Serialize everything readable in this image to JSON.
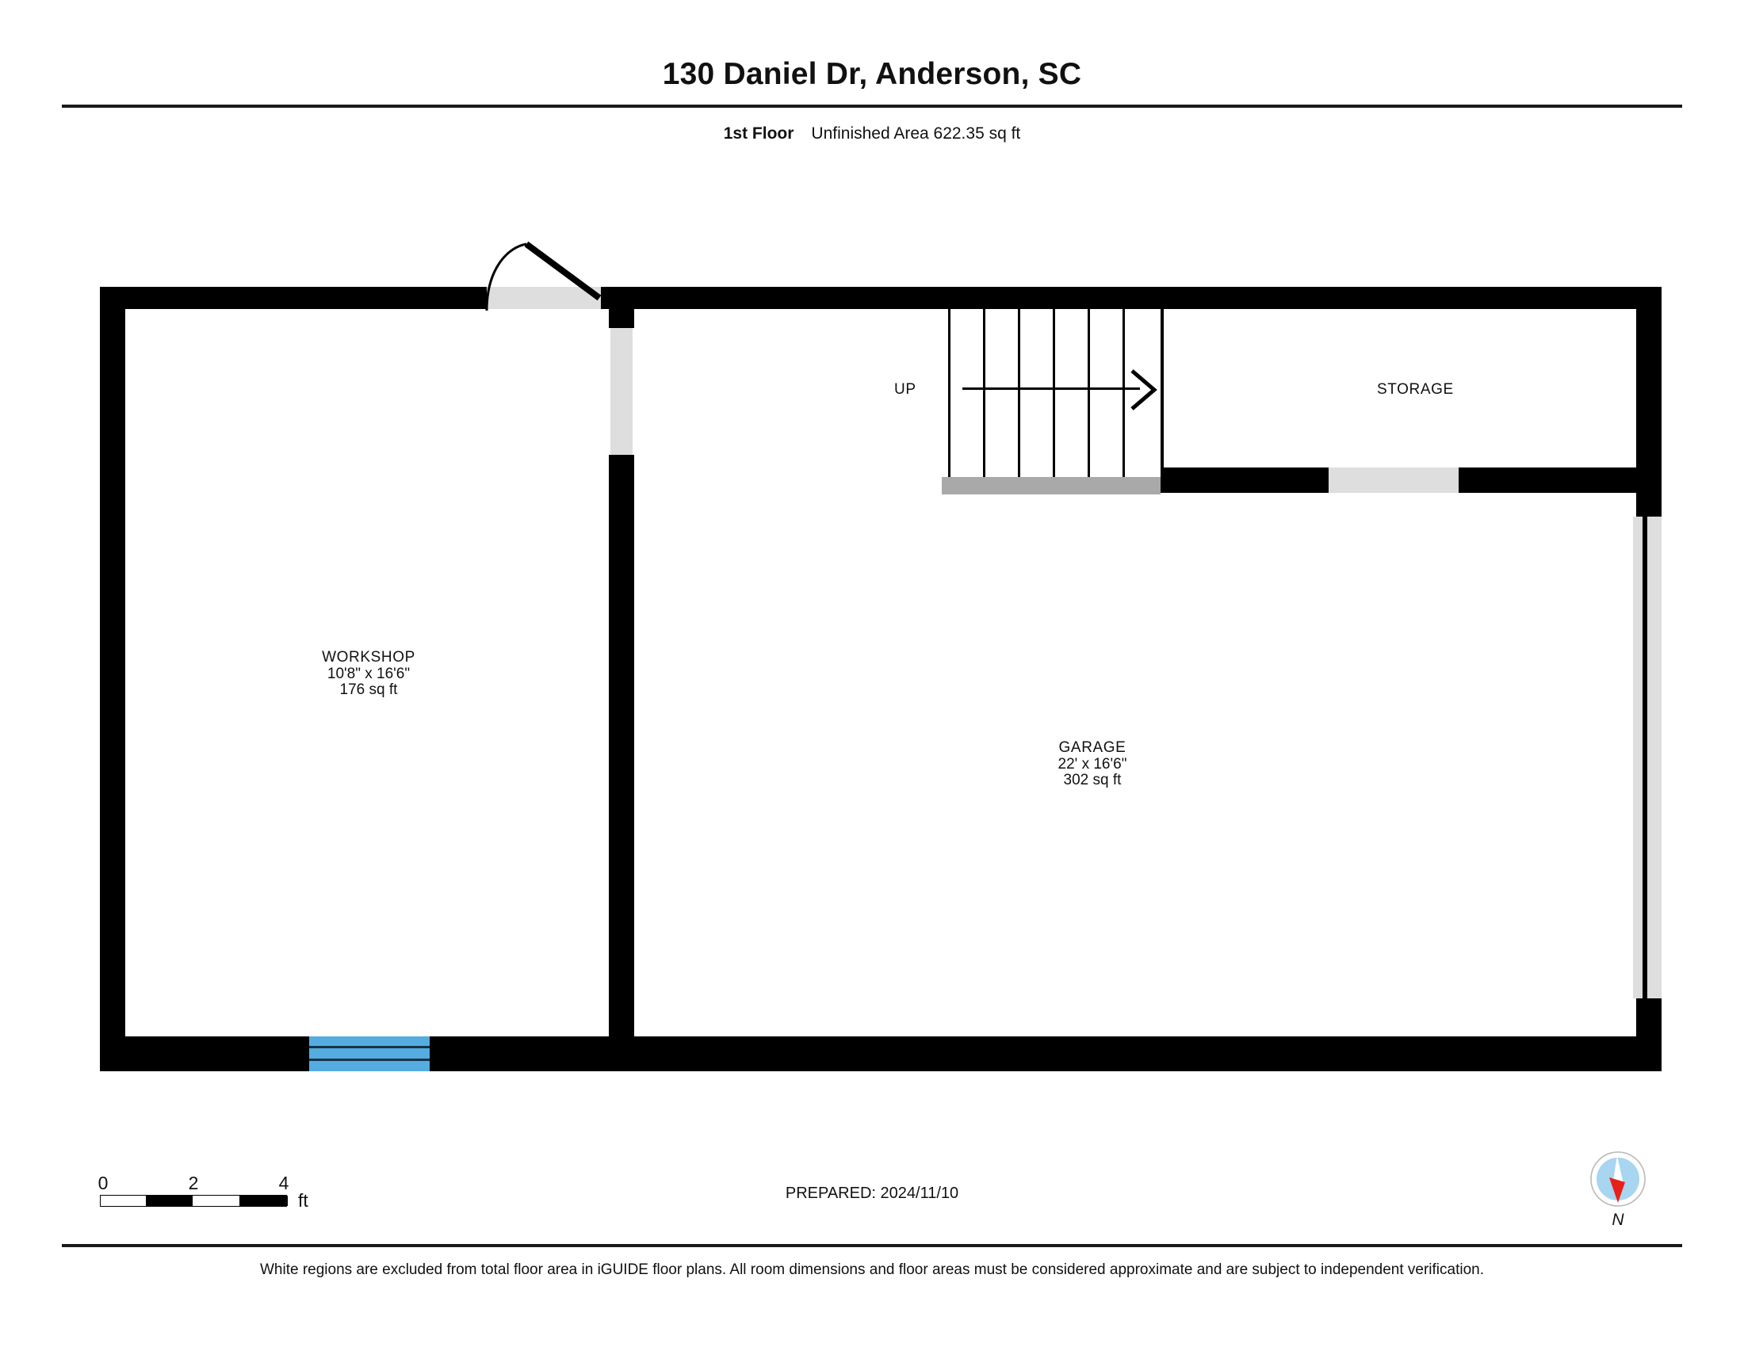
{
  "header": {
    "title": "130 Daniel Dr, Anderson, SC",
    "floor_label": "1st Floor",
    "area_label": "Unfinished Area 622.35 sq ft"
  },
  "plan": {
    "rooms": [
      {
        "id": "workshop",
        "name": "WORKSHOP",
        "dimensions": "10'8\" x 16'6\"",
        "area": "176 sq ft"
      },
      {
        "id": "garage",
        "name": "GARAGE",
        "dimensions": "22' x 16'6\"",
        "area": "302 sq ft"
      }
    ],
    "labels": {
      "storage": "STORAGE",
      "stairs_up": "UP"
    }
  },
  "footer": {
    "scale": {
      "ticks": [
        "0",
        "2",
        "4"
      ],
      "unit": "ft"
    },
    "prepared": "PREPARED: 2024/11/10",
    "compass_label": "N",
    "disclaimer": "White regions are excluded from total floor area in iGUIDE floor plans. All room dimensions and floor areas must be considered approximate and are subject to independent verification."
  },
  "colors": {
    "wall": "#000000",
    "opening": "#dedede",
    "opening_dark": "#a9a9a9",
    "window_blue": "#55ace0",
    "compass_disc": "#a8d5f0",
    "compass_needle_red": "#e8201a",
    "background": "#ffffff"
  }
}
